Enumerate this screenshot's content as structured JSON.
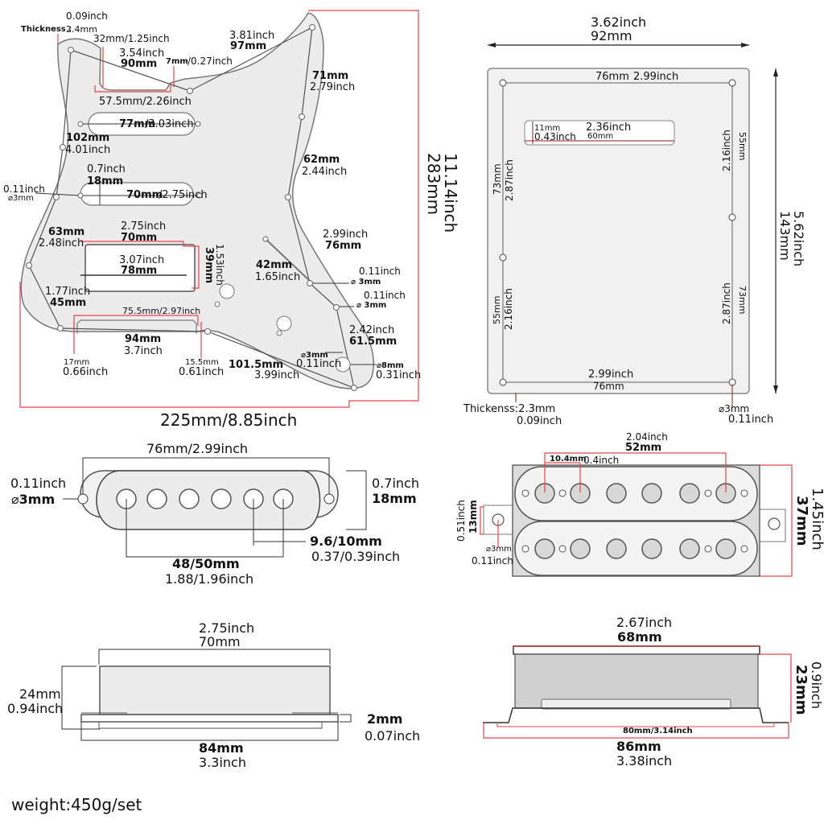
{
  "pickguard": {
    "thickness_label": "Thickness :",
    "thickness_mm": "2.4mm",
    "thickness_in": "0.09inch",
    "horn_depth": "32mm/1.25inch",
    "horn_width_in": "3.54inch",
    "horn_width_mm": "90mm",
    "notch_mm": "7mm",
    "notch_in": "/0.27inch",
    "horn_base": "57.5mm/2.26inch",
    "top_span_in": "3.81inch",
    "top_span_mm": "97mm",
    "right_upper_mm": "71mm",
    "right_upper_in": "2.79inch",
    "neck_slot_mm": "77mm",
    "neck_slot_in": "/3.03inch",
    "left_upper_mm": "102mm",
    "left_upper_in": "4.01inch",
    "right_mid_mm": "62mm",
    "right_mid_in": "2.44inch",
    "mid_slot_h_in": "0.7inch",
    "mid_slot_h_mm": "18mm",
    "mid_slot_w_mm": "70mm",
    "mid_slot_w_in": "/2.75inch",
    "screw_left_in": "0.11inch",
    "screw_left_mm": "3mm",
    "left_mid_mm": "63mm",
    "left_mid_in": "2.48inch",
    "hb_w_in": "2.75inch",
    "hb_w_mm": "70mm",
    "hb_screw_in": "3.07inch",
    "hb_screw_mm": "78mm",
    "hb_h_in": "1.53inch",
    "hb_h_mm": "39mm",
    "right_low_in": "2.99inch",
    "right_low_mm": "76mm",
    "switch_mm": "42mm",
    "switch_in": "1.65inch",
    "screw_r1_in": "0.11inch",
    "screw_r1_mm": "3mm",
    "screw_r2_in": "0.11inch",
    "screw_r2_mm": "3mm",
    "left_low_in": "1.77inch",
    "left_low_mm": "45mm",
    "bottom_cut": "75.5mm/2.97inch",
    "bottom_span_mm": "94mm",
    "bottom_span_in": "3.7inch",
    "cut_left_mm": "17mm",
    "cut_left_in": "0.66inch",
    "cut_right_mm": "15.5mm",
    "cut_right_in": "0.61inch",
    "diag_mm": "101.5mm",
    "diag_in": "3.99inch",
    "tip_in": "2.42inch",
    "tip_mm": "61.5mm",
    "jack_small_mm": "3mm",
    "jack_small_in": "0.11inch",
    "jack_big_mm": "8mm",
    "jack_big_in": "0.31inch",
    "total_height_in": "11.14inch",
    "total_height_mm": "283mm",
    "total_width": "225mm/8.85inch"
  },
  "backplate": {
    "width_in": "3.62inch",
    "width_mm": "92mm",
    "top_span_mm": "76mm",
    "top_span_in": "2.99inch",
    "slot_h_mm": "11mm",
    "slot_h_in": "0.43inch",
    "slot_w_in": "2.36inch",
    "slot_w_mm": "60mm",
    "left_upper_mm": "73mm",
    "left_upper_in": "2.87inch",
    "right_upper_in": "2.16inch",
    "right_upper_mm": "55mm",
    "left_lower_mm": "55mm",
    "left_lower_in": "2.16inch",
    "right_lower_in": "2.87inch",
    "right_lower_mm": "73mm",
    "bottom_span_in": "2.99inch",
    "bottom_span_mm": "76mm",
    "height_in": "5.62inch",
    "height_mm": "143mm",
    "thickness_label": "Thickenss:2.3mm",
    "thickness_in": "0.09inch",
    "hole_mm": "3mm",
    "hole_in": "0.11inch"
  },
  "single_coil": {
    "length": "76mm/2.99inch",
    "hole_in": "0.11inch",
    "hole_mm": "3mm",
    "width_in": "0.7inch",
    "width_mm": "18mm",
    "pole_spacing_mm": "9.6/10mm",
    "pole_spacing_in": "0.37/0.39inch",
    "pole_span_mm": "48/50mm",
    "pole_span_in": "1.88/1.96inch"
  },
  "humbucker_top": {
    "pole_span_in": "2.04inch",
    "pole_span_mm": "52mm",
    "pole_pitch_mm": "10.4mm",
    "pole_pitch_in": "0.4inch",
    "tab_in": "0.51inch",
    "tab_mm": "13mm",
    "hole_mm": "3mm",
    "hole_in": "0.11inch",
    "width_in": "1.45inch",
    "width_mm": "37mm"
  },
  "single_coil_side": {
    "top_in": "2.75inch",
    "top_mm": "70mm",
    "height_mm": "24mm",
    "height_in": "0.94inch",
    "base_mm": "2mm",
    "base_in": "0.07inch",
    "length_mm": "84mm",
    "length_in": "3.3inch"
  },
  "humbucker_side": {
    "top_in": "2.67inch",
    "top_mm": "68mm",
    "height_in": "0.9inch",
    "height_mm": "23mm",
    "inner": "80mm/3.14inch",
    "length_mm": "86mm",
    "length_in": "3.38inch"
  },
  "weight": "weight:450g/set",
  "colors": {
    "red_dim": "#e8434a",
    "outline": "#666666",
    "fill": "#eeeeee"
  }
}
